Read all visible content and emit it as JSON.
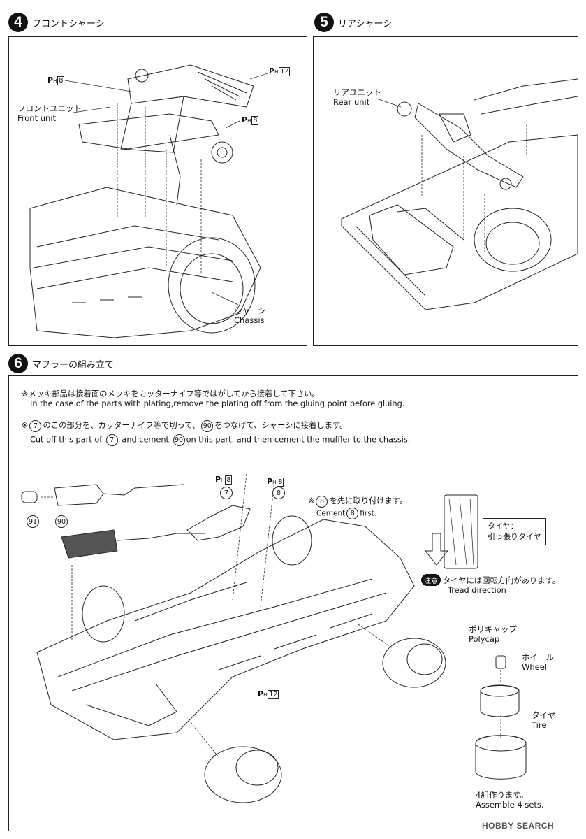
{
  "step4": {
    "number": "4",
    "title": "フロントシャーシ",
    "labels": {
      "front_unit_ja": "フロントユニット",
      "front_unit_en": "Front unit",
      "chassis_ja": "シャーシ",
      "chassis_en": "Chassis"
    },
    "page_refs": [
      "8",
      "12",
      "8"
    ]
  },
  "step5": {
    "number": "5",
    "title": "リアシャーシ",
    "labels": {
      "rear_unit_ja": "リアユニット",
      "rear_unit_en": "Rear unit"
    }
  },
  "step6": {
    "number": "6",
    "title": "マフラーの組み立て",
    "note1_ja": "※メッキ部品は接着面のメッキをカッターナイフ等ではがしてから接着して下さい。",
    "note1_en": "In the case of the parts with plating,remove the plating off from the gluing point before gluing.",
    "note2_ja_a": "※",
    "note2_ja_b": "のこの部分を、カッターナイフ等で切って、",
    "note2_ja_c": "をつなげて、シャーシに接着します。",
    "note2_en_a": "Cut off this part of",
    "note2_en_b": "and cement",
    "note2_en_c": "on this part, and then cement the muffler to the chassis.",
    "note2_part_a": "7",
    "note2_part_b": "90",
    "cement_ja_a": "※",
    "cement_ja_b": "を先に取り付けます。",
    "cement_part": "8",
    "cement_en_a": "Cement",
    "cement_en_b": "first.",
    "parts": [
      "91",
      "90",
      "7",
      "8"
    ],
    "page_refs": [
      "8",
      "8",
      "12"
    ],
    "tire_box": {
      "line1": "タイヤ：",
      "line2": "引っ張りタイヤ"
    },
    "caution_badge": "注意",
    "tread_ja": "タイヤには回転方向があります。",
    "tread_en": "Tread direction",
    "polycap_ja": "ポリキャップ",
    "polycap_en": "Polycap",
    "wheel_ja": "ホイール",
    "wheel_en": "Wheel",
    "tire_ja": "タイヤ",
    "tire_en": "Tire",
    "assemble_ja": "4組作ります。",
    "assemble_en": "Assemble 4 sets."
  },
  "watermark": "HOBBY SEARCH",
  "ph_label": {
    "p": "P",
    "h": "H"
  }
}
